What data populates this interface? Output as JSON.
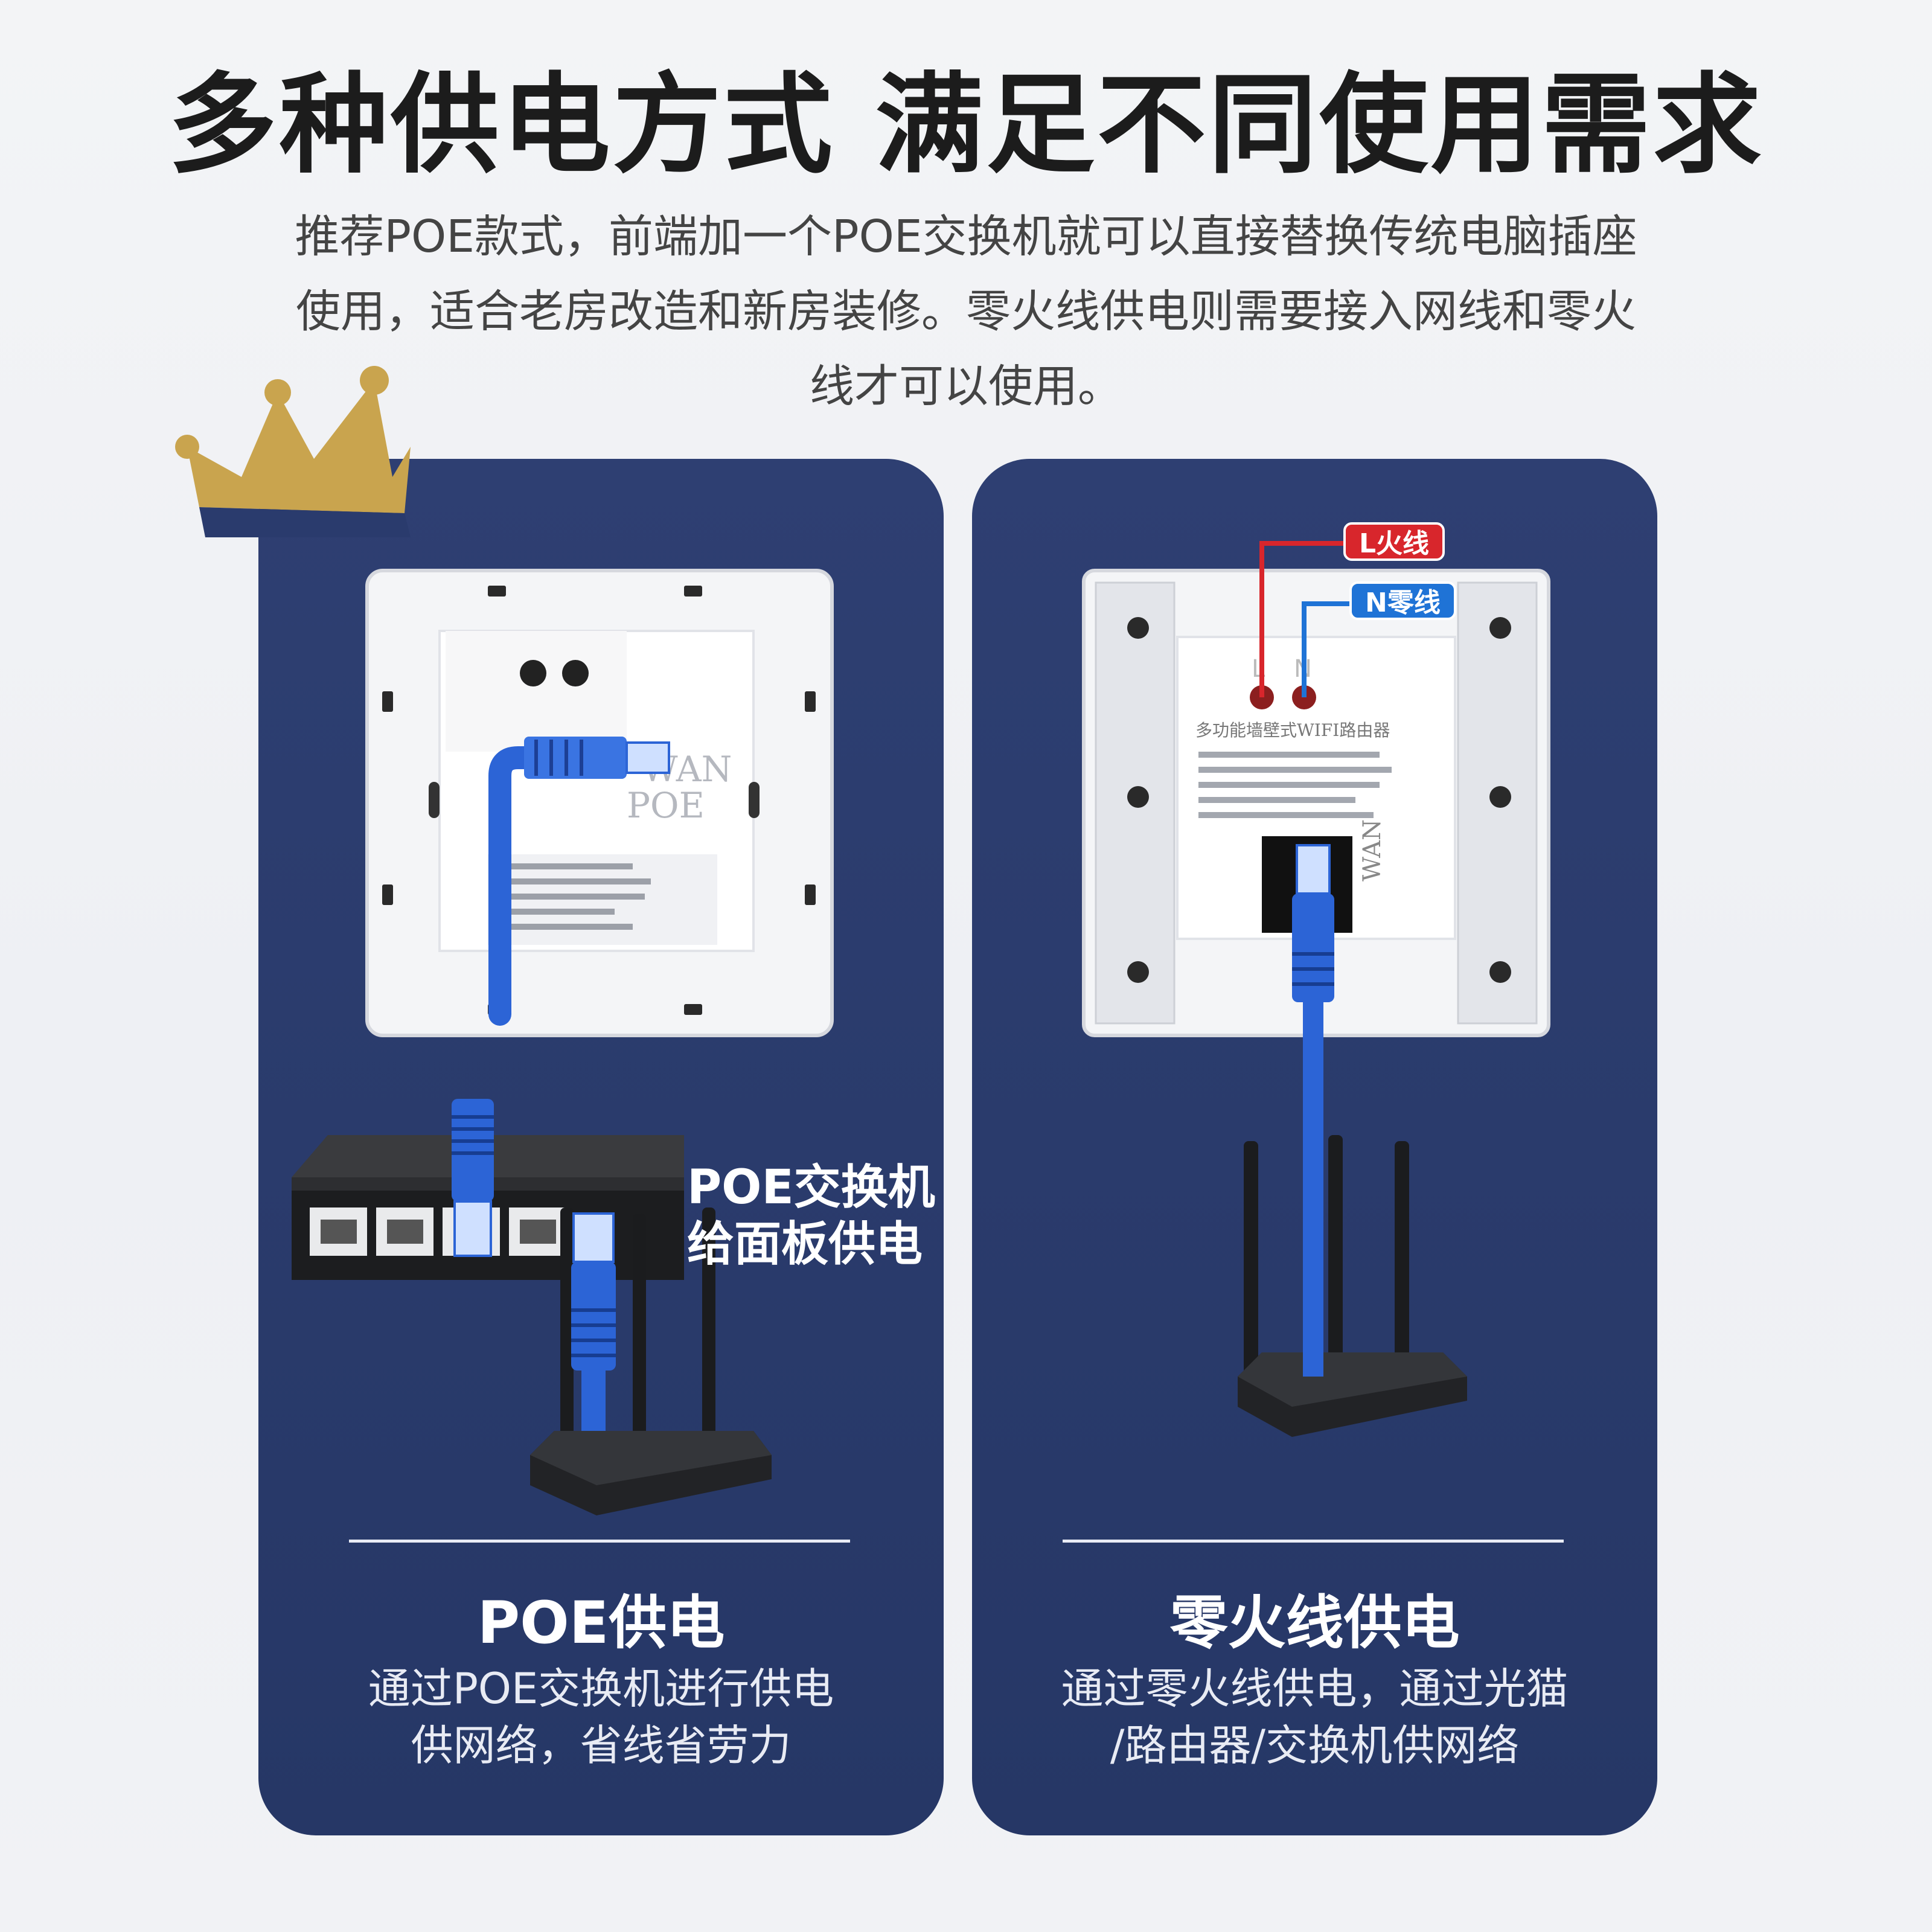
{
  "header": {
    "title": "多种供电方式 满足不同使用需求",
    "subtitle_lines": [
      "推荐POE款式，前端加一个POE交换机就可以直接替换传统电脑插座",
      "使用，适合老房改造和新房装修。零火线供电则需要接入网线和零火",
      "线才可以使用。"
    ]
  },
  "left_card": {
    "panel_labels": {
      "wan": "WAN",
      "poe": "POE"
    },
    "callout": [
      "POE交换机",
      "给面板供电"
    ],
    "title": "POE供电",
    "desc": [
      "通过POE交换机进行供电",
      "供网络，省线省劳力"
    ]
  },
  "right_card": {
    "live_tag": "L火线",
    "neutral_tag": "N零线",
    "panel_labels": {
      "wan": "WAN",
      "l": "L",
      "n": "N",
      "device": "多功能墙壁式WIFI路由器"
    },
    "title": "零火线供电",
    "desc": [
      "通过零火线供电，通过光猫",
      "/路由器/交换机供网络"
    ]
  },
  "colors": {
    "card": "#2a3b6d",
    "cable": "#2c64d6",
    "live_red": "#d8262c",
    "neutral_blue": "#1f73d6",
    "crown_gold": "#c9a44e"
  },
  "icons": [
    "crown-icon",
    "poe-switch-icon",
    "router-icon",
    "panel-icon",
    "ethernet-cable-icon"
  ]
}
